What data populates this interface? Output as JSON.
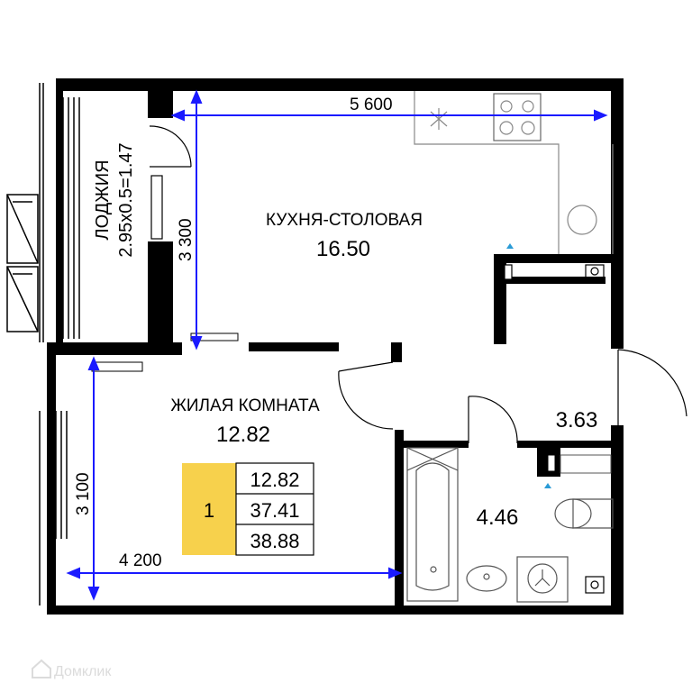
{
  "rooms": {
    "loggia_name": "ЛОДЖИЯ",
    "loggia_formula": "2.95x0.5=1.47",
    "kitchen_name": "КУХНЯ-СТОЛОВАЯ",
    "kitchen_area": "16.50",
    "living_name": "ЖИЛАЯ КОМНАТА",
    "living_area": "12.82",
    "bath_area": "4.46",
    "hall_area": "3.63"
  },
  "dimensions": {
    "kitchen_width": "5 600",
    "kitchen_height": "3 300",
    "living_height": "3 100",
    "living_width": "4 200"
  },
  "summary": {
    "rooms_count": "1",
    "living_area": "12.82",
    "total_area": "37.41",
    "total_with_loggia": "38.88"
  },
  "watermark": "Домклик",
  "colors": {
    "wall": "#000000",
    "dimension": "#1a1aff",
    "summary_fill": "#f7d14c",
    "marker": "#2a9bd6"
  }
}
